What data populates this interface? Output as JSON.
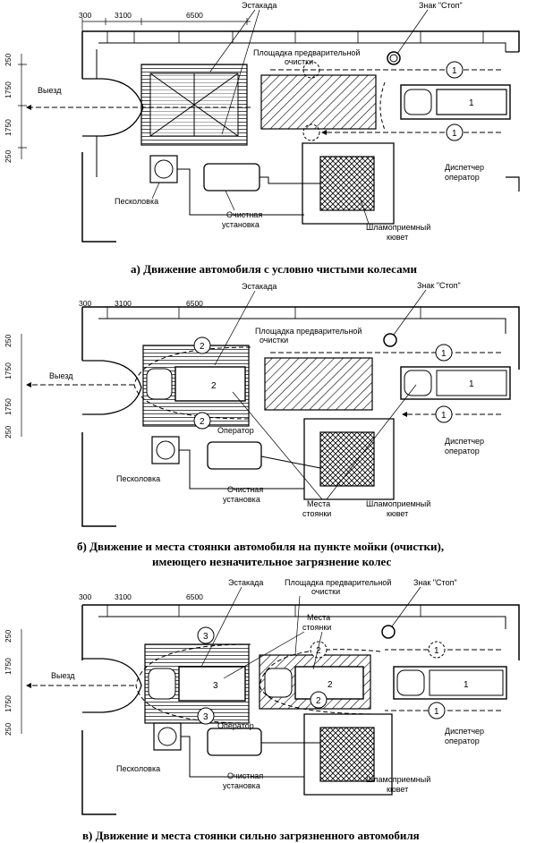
{
  "panels": [
    {
      "id": "a",
      "caption": "а) Движение автомобиля с условно чистыми колесами",
      "labels": {
        "estakada": "Эстакада",
        "znak": "Знак \"Стоп\"",
        "ploshchadka_1": "Площадка предварительной",
        "ploshchadka_2": "очистки",
        "vyezd": "Выезд",
        "peskolovka": "Песколовка",
        "ochistnaya_1": "Очистная",
        "ochistnaya_2": "установка",
        "shlamo_1": "Шламоприемный",
        "shlamo_2": "кювет",
        "dispetcher_1": "Диспетчер",
        "dispetcher_2": "оператор"
      },
      "dims_top": [
        "300",
        "3100",
        "6500"
      ],
      "dims_side": [
        "250",
        "1750",
        "1750",
        "250"
      ],
      "markers": [
        "1",
        "1"
      ],
      "car_labels": [
        "1"
      ]
    },
    {
      "id": "b",
      "caption_1": "б) Движение и места стоянки автомобиля на пункте мойки (очистки),",
      "caption_2": "имеющего незначительное загрязнение колес",
      "labels": {
        "estakada": "Эстакада",
        "znak": "Знак \"Стоп\"",
        "ploshchadka_1": "Площадка предварительной",
        "ploshchadka_2": "очистки",
        "vyezd": "Выезд",
        "operator": "Оператор",
        "peskolovka": "Песколовка",
        "ochistnaya_1": "Очистная",
        "ochistnaya_2": "установка",
        "mesta_1": "Места",
        "mesta_2": "стоянки",
        "shlamo_1": "Шламоприемный",
        "shlamo_2": "кювет",
        "dispetcher_1": "Диспетчер",
        "dispetcher_2": "оператор"
      },
      "dims_top": [
        "300",
        "3100",
        "6500"
      ],
      "dims_side": [
        "250",
        "1750",
        "1750",
        "250"
      ],
      "markers": [
        "2",
        "2",
        "1",
        "1"
      ],
      "car_labels": [
        "2",
        "1"
      ]
    },
    {
      "id": "v",
      "caption": "в) Движение и места стоянки сильно загрязненного автомобиля",
      "labels": {
        "estakada": "Эстакада",
        "ploshchadka_1": "Площадка предварительной",
        "ploshchadka_2": "очистки",
        "znak": "Знак \"Стоп\"",
        "mesta_1": "Места",
        "mesta_2": "стоянки",
        "vyezd": "Выезд",
        "operator": "Оператор",
        "peskolovka": "Песколовка",
        "ochistnaya_1": "Очистная",
        "ochistnaya_2": "установка",
        "shlamo_1": "Шламоприемный",
        "shlamo_2": "кювет",
        "dispetcher_1": "Диспетчер",
        "dispetcher_2": "оператор"
      },
      "dims_top": [
        "300",
        "3100",
        "6500"
      ],
      "dims_side": [
        "250",
        "1750",
        "1750",
        "250"
      ],
      "markers": [
        "3",
        "3",
        "2",
        "2",
        "1",
        "1"
      ],
      "car_labels": [
        "3",
        "2",
        "1"
      ]
    }
  ]
}
